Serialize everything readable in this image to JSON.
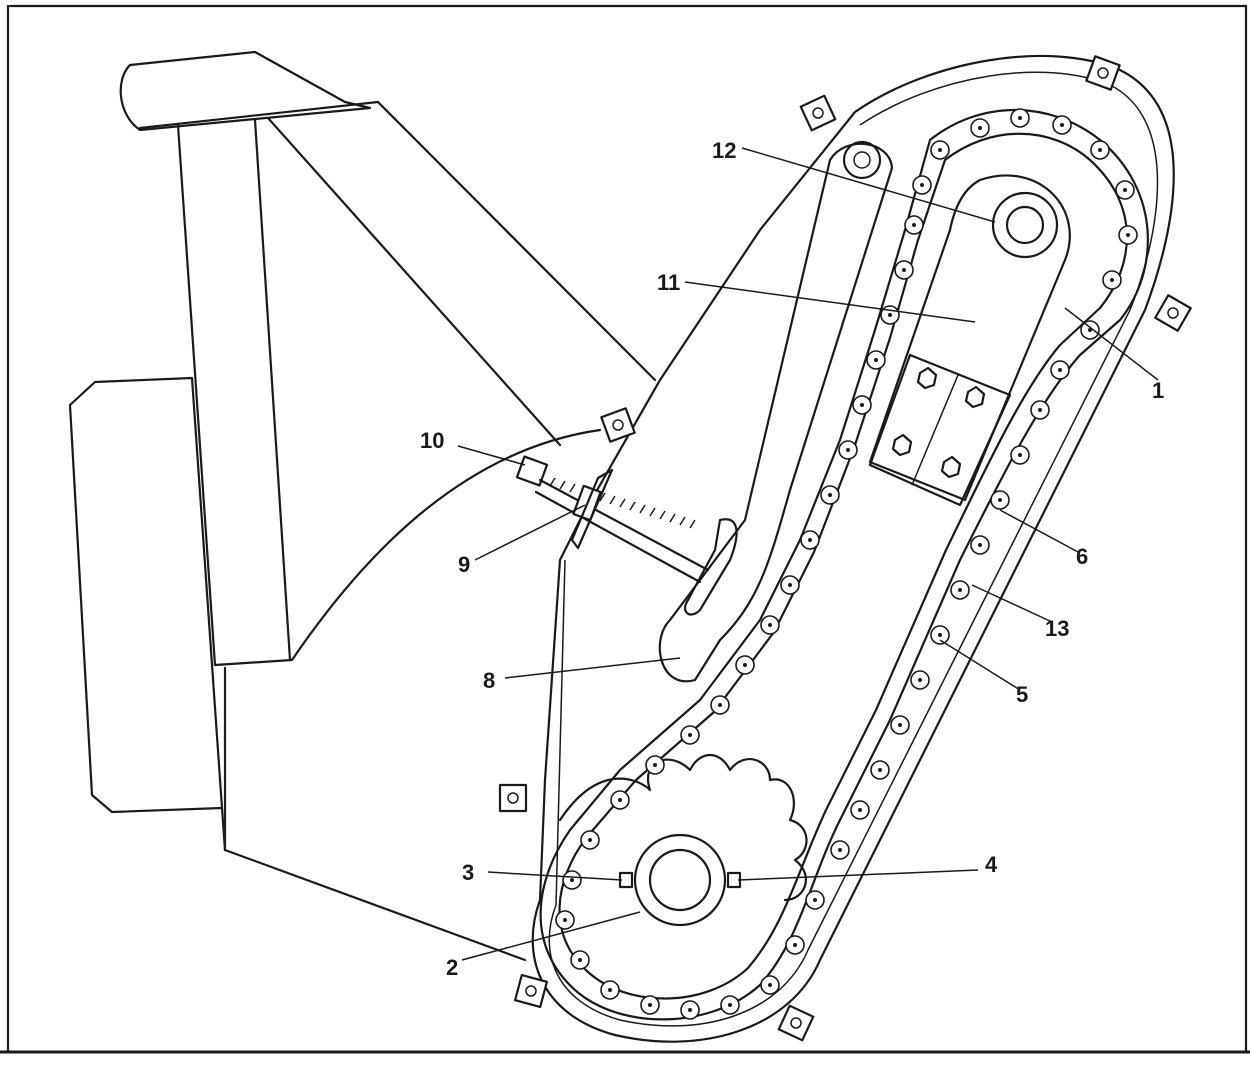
{
  "callouts": [
    {
      "id": "c1",
      "label": "1"
    },
    {
      "id": "c2",
      "label": "2"
    },
    {
      "id": "c3",
      "label": "3"
    },
    {
      "id": "c4",
      "label": "4"
    },
    {
      "id": "c5",
      "label": "5"
    },
    {
      "id": "c6",
      "label": "6"
    },
    {
      "id": "c8",
      "label": "8"
    },
    {
      "id": "c9",
      "label": "9"
    },
    {
      "id": "c10",
      "label": "10"
    },
    {
      "id": "c11",
      "label": "11"
    },
    {
      "id": "c12",
      "label": "12"
    },
    {
      "id": "c13",
      "label": "13"
    }
  ]
}
